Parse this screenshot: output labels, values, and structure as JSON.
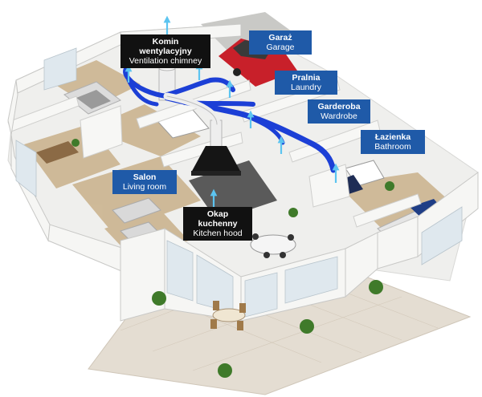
{
  "labels": {
    "chimney": {
      "pl": "Komin wentylacyjny",
      "en": "Ventilation chimney"
    },
    "garage": {
      "pl": "Garaż",
      "en": "Garage"
    },
    "laundry": {
      "pl": "Pralnia",
      "en": "Laundry"
    },
    "wardrobe": {
      "pl": "Garderoba",
      "en": "Wardrobe"
    },
    "bathroom": {
      "pl": "Łazienka",
      "en": "Bathroom"
    },
    "living": {
      "pl": "Salon",
      "en": "Living room"
    },
    "hood": {
      "pl": "Okap kuchenny",
      "en": "Kitchen hood"
    }
  },
  "colors": {
    "label_blue": "#1f5aa8",
    "label_black": "#111111",
    "duct_blue": "#1c3fd6",
    "duct_white": "#eeeeee",
    "arrow": "#5cc4f0",
    "floor_wood": "#c9b08a",
    "wall": "#f3f3f1",
    "patio": "#e4ddd2"
  }
}
